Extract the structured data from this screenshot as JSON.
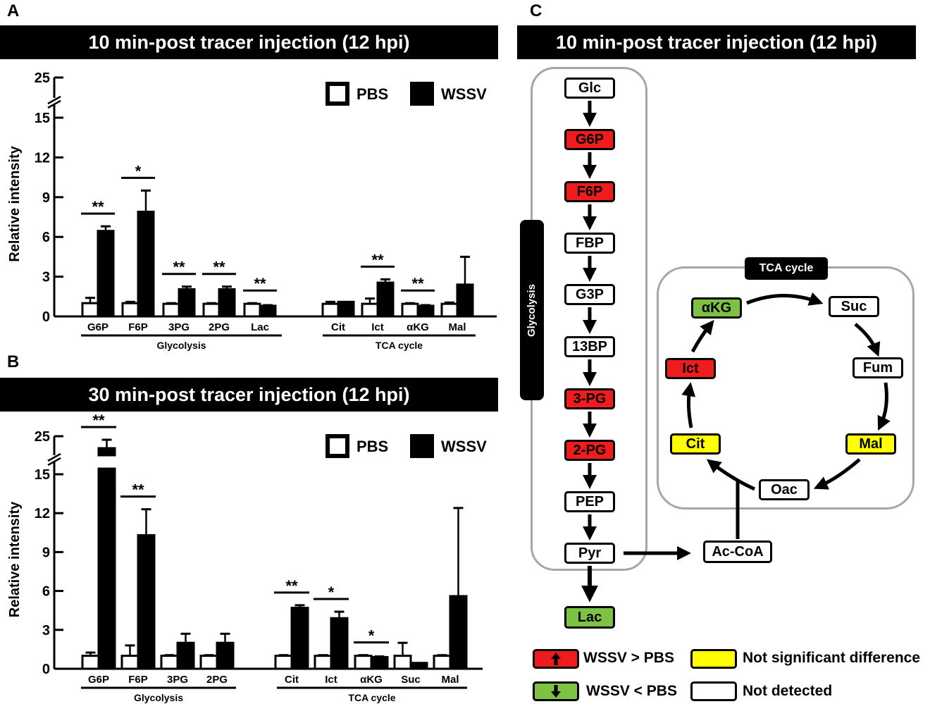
{
  "panels": {
    "A": {
      "letter": "A",
      "title": "10 min-post tracer injection (12 hpi)"
    },
    "B": {
      "letter": "B",
      "title": "30 min-post tracer injection (12 hpi)"
    },
    "C": {
      "letter": "C",
      "title": "10 min-post tracer injection (12 hpi)"
    }
  },
  "chart_data": [
    {
      "type": "bar",
      "panel": "A",
      "title": "10 min-post tracer injection (12 hpi)",
      "ylabel": "Relative intensity",
      "xlabel": "",
      "ylim": [
        0,
        25
      ],
      "axis_break": [
        15,
        25
      ],
      "yticks": [
        0,
        3,
        6,
        9,
        12,
        15,
        25
      ],
      "legend": [
        "PBS",
        "WSSV"
      ],
      "legend_position": "top-right",
      "groups": [
        {
          "name": "Glycolysis",
          "categories": [
            "G6P",
            "F6P",
            "3PG",
            "2PG",
            "Lac"
          ]
        },
        {
          "name": "TCA cycle",
          "categories": [
            "Cit",
            "Ict",
            "αKG",
            "Mal"
          ]
        }
      ],
      "categories": [
        "G6P",
        "F6P",
        "3PG",
        "2PG",
        "Lac",
        "Cit",
        "Ict",
        "αKG",
        "Mal"
      ],
      "series": [
        {
          "name": "PBS",
          "color": "#ffffff",
          "values": [
            1.0,
            1.0,
            0.95,
            0.95,
            0.95,
            0.95,
            0.95,
            0.95,
            0.95
          ],
          "errors": [
            0.4,
            0.1,
            0.05,
            0.05,
            0.05,
            0.15,
            0.4,
            0.05,
            0.1
          ]
        },
        {
          "name": "WSSV",
          "color": "#000000",
          "values": [
            6.45,
            7.9,
            2.05,
            2.05,
            0.8,
            1.1,
            2.55,
            0.8,
            2.4
          ],
          "errors": [
            0.35,
            1.6,
            0.2,
            0.2,
            0.05,
            0.03,
            0.25,
            0.05,
            2.1
          ]
        }
      ],
      "significance": [
        "**",
        "*",
        "**",
        "**",
        "**",
        "",
        "**",
        "**",
        ""
      ]
    },
    {
      "type": "bar",
      "panel": "B",
      "title": "30 min-post tracer injection (12 hpi)",
      "ylabel": "Relative intensity",
      "xlabel": "",
      "ylim": [
        0,
        25
      ],
      "axis_break": [
        15,
        25
      ],
      "yticks": [
        0,
        3,
        6,
        9,
        12,
        15,
        25
      ],
      "legend": [
        "PBS",
        "WSSV"
      ],
      "legend_position": "top-right",
      "groups": [
        {
          "name": "Glycolysis",
          "categories": [
            "G6P",
            "F6P",
            "3PG",
            "2PG"
          ]
        },
        {
          "name": "TCA cycle",
          "categories": [
            "Cit",
            "Ict",
            "αKG",
            "Suc",
            "Mal"
          ]
        }
      ],
      "categories": [
        "G6P",
        "F6P",
        "3PG",
        "2PG",
        "Cit",
        "Ict",
        "αKG",
        "Suc",
        "Mal"
      ],
      "series": [
        {
          "name": "PBS",
          "color": "#ffffff",
          "values": [
            1.0,
            1.0,
            1.0,
            1.0,
            1.0,
            1.0,
            1.0,
            1.0,
            1.0
          ],
          "errors": [
            0.25,
            0.8,
            0.05,
            0.05,
            0.05,
            0.05,
            0.05,
            1.0,
            0.05
          ]
        },
        {
          "name": "WSSV",
          "color": "#000000",
          "values": [
            23.0,
            10.3,
            2.0,
            2.0,
            4.7,
            3.9,
            0.9,
            0.45,
            5.6
          ],
          "errors": [
            1.2,
            2.0,
            0.7,
            0.7,
            0.2,
            0.5,
            0.05,
            0.02,
            6.8
          ]
        }
      ],
      "significance": [
        "**",
        "**",
        "",
        "",
        "**",
        "*",
        "*",
        "",
        ""
      ]
    }
  ],
  "pathway": {
    "glycolysis_label": "Glycolysis",
    "tca_label": "TCA cycle",
    "glycolysis_nodes": [
      {
        "label": "Glc",
        "status": "white"
      },
      {
        "label": "G6P",
        "status": "red"
      },
      {
        "label": "F6P",
        "status": "red"
      },
      {
        "label": "FBP",
        "status": "white"
      },
      {
        "label": "G3P",
        "status": "white"
      },
      {
        "label": "13BP",
        "status": "white"
      },
      {
        "label": "3-PG",
        "status": "red"
      },
      {
        "label": "2-PG",
        "status": "red"
      },
      {
        "label": "PEP",
        "status": "white"
      },
      {
        "label": "Pyr",
        "status": "white"
      }
    ],
    "lac": {
      "label": "Lac",
      "status": "green"
    },
    "accoa": {
      "label": "Ac-CoA",
      "status": "white"
    },
    "tca_nodes": {
      "akg": {
        "label": "αKG",
        "status": "green"
      },
      "suc": {
        "label": "Suc",
        "status": "white"
      },
      "fum": {
        "label": "Fum",
        "status": "white"
      },
      "mal": {
        "label": "Mal",
        "status": "yellow"
      },
      "oac": {
        "label": "Oac",
        "status": "white"
      },
      "cit": {
        "label": "Cit",
        "status": "yellow"
      },
      "ict": {
        "label": "Ict",
        "status": "red"
      }
    },
    "colors": {
      "red": "#ee1c1c",
      "green": "#7dc242",
      "yellow": "#ffff00",
      "white": "#ffffff"
    },
    "legend": [
      {
        "label": "WSSV > PBS",
        "status": "red",
        "arrow": "up"
      },
      {
        "label": "Not significant difference",
        "status": "yellow"
      },
      {
        "label": "WSSV < PBS",
        "status": "green",
        "arrow": "down"
      },
      {
        "label": "Not detected",
        "status": "white"
      }
    ]
  }
}
